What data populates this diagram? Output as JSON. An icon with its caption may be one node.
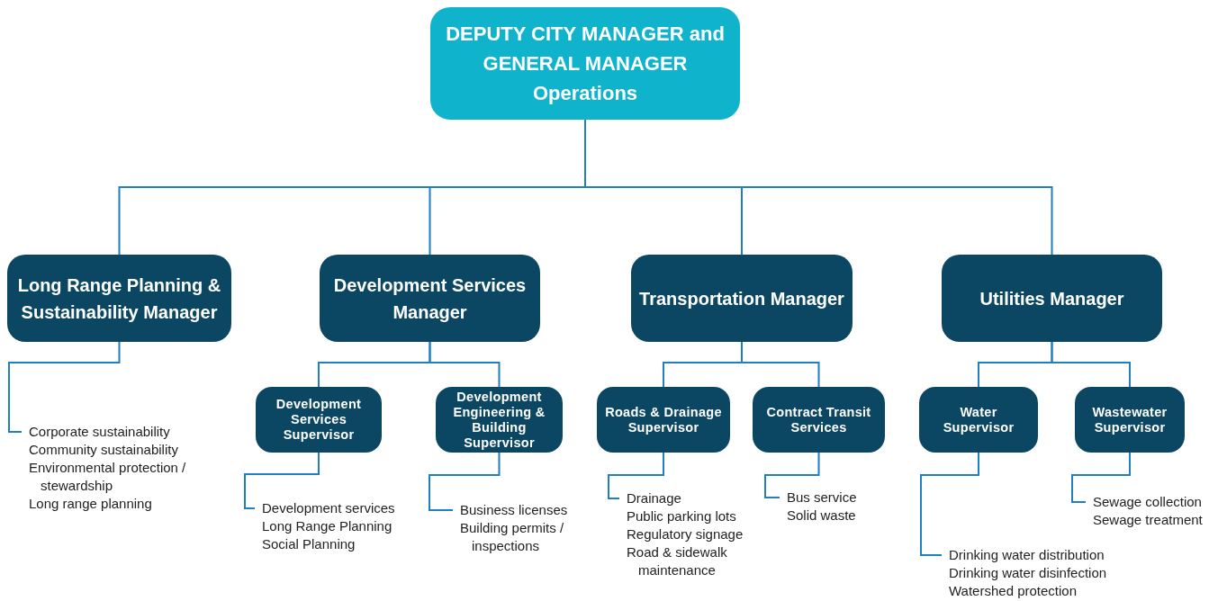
{
  "diagram": {
    "nodes": [
      {
        "text": [
          "DEPUTY CITY MANAGER and GENERAL MANAGER Operations"
        ]
      },
      {
        "text": [
          "Long Range Planning & Sustainability Manager"
        ]
      },
      {
        "text": [
          "Development Services Manager"
        ]
      },
      {
        "text": [
          "Transportation Manager"
        ]
      },
      {
        "text": [
          "Utilities Manager"
        ]
      },
      {
        "text": [
          "Development Services Supervisor"
        ]
      },
      {
        "text": [
          "Development Engineering & Building Supervisor"
        ]
      },
      {
        "text": [
          "Roads & Drainage Supervisor"
        ]
      },
      {
        "text": [
          "Contract Transit Services"
        ]
      },
      {
        "text": [
          "Water Supervisor"
        ]
      },
      {
        "text": [
          "Wastewater Supervisor"
        ]
      },
      {
        "text": [
          "Corporate sustainability",
          "Community sustainability",
          "Environmental protection / stewardship",
          "Long range planning"
        ]
      },
      {
        "text": [
          "Development services",
          "Long Range Planning",
          "Social Planning"
        ]
      },
      {
        "text": [
          "Business licenses",
          "Building permits / inspections"
        ]
      },
      {
        "text": [
          "Drainage",
          "Public parking lots",
          "Regulatory signage",
          "Road & sidewalk maintenance"
        ]
      },
      {
        "text": [
          "Bus service",
          "Solid waste"
        ]
      },
      {
        "text": [
          "Drinking water distribution",
          "Drinking water disinfection",
          "Watershed protection"
        ]
      },
      {
        "text": [
          "Sewage collection",
          "Sewage treatment"
        ]
      }
    ],
    "edges": [
      {
        "from": 0,
        "to": 1,
        "arrow": "none"
      },
      {
        "from": 0,
        "to": 2,
        "arrow": "none"
      },
      {
        "from": 0,
        "to": 3,
        "arrow": "none"
      },
      {
        "from": 0,
        "to": 4,
        "arrow": "none"
      },
      {
        "from": 2,
        "to": 5,
        "arrow": "none"
      },
      {
        "from": 2,
        "to": 6,
        "arrow": "none"
      },
      {
        "from": 3,
        "to": 7,
        "arrow": "none"
      },
      {
        "from": 3,
        "to": 8,
        "arrow": "none"
      },
      {
        "from": 4,
        "to": 9,
        "arrow": "none"
      },
      {
        "from": 4,
        "to": 10,
        "arrow": "none"
      },
      {
        "from": 1,
        "to": 11,
        "arrow": "none"
      },
      {
        "from": 5,
        "to": 12,
        "arrow": "none"
      },
      {
        "from": 6,
        "to": 13,
        "arrow": "none"
      },
      {
        "from": 7,
        "to": 14,
        "arrow": "none"
      },
      {
        "from": 8,
        "to": 15,
        "arrow": "none"
      },
      {
        "from": 9,
        "to": 16,
        "arrow": "none"
      },
      {
        "from": 10,
        "to": 17,
        "arrow": "none"
      }
    ]
  }
}
